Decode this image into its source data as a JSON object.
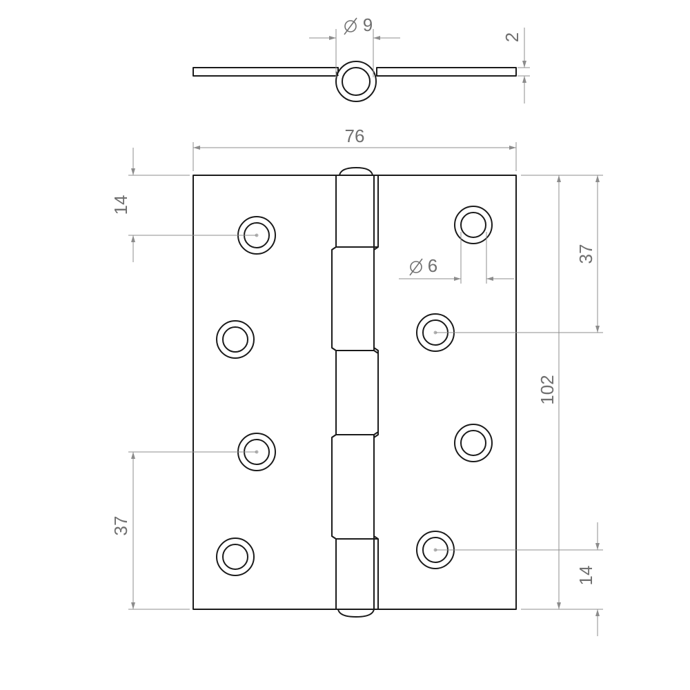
{
  "drawing": {
    "colors": {
      "part_line": "#1a1a1a",
      "dimension_line": "#8c8c8c",
      "dimension_text": "#707070",
      "background": "#ffffff"
    },
    "dimensions": {
      "pin_diameter": "9",
      "leaf_thickness": "2",
      "overall_width": "76",
      "overall_height": "102",
      "left_top_hole_offset": "14",
      "left_bottom_hole_offset": "37",
      "right_top_hole_offset": "37",
      "right_bottom_hole_offset": "14",
      "screw_hole_diameter": "6"
    },
    "diameter_symbol": "⌀"
  }
}
